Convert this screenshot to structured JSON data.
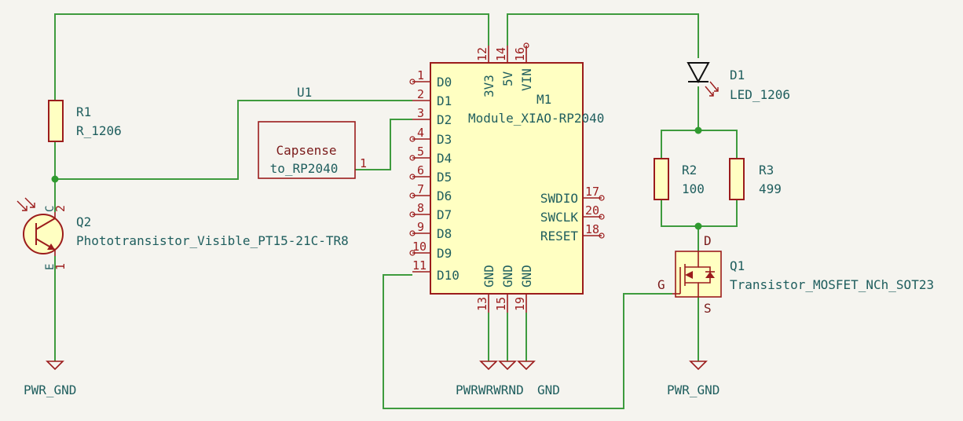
{
  "colors": {
    "background": "#f5f4ef",
    "wire": "#3e9b3e",
    "symbol_body": "#9b1c1c",
    "symbol_fill": "#ffffc2",
    "text": "#1f5e5e",
    "pin_number": "#9b1c1c",
    "junction": "#2f9a2f"
  },
  "net_labels": {
    "u1": "U1"
  },
  "m1": {
    "ref": "M1",
    "value": "Module_XIAO-RP2040",
    "left_pins": [
      {
        "num": "1",
        "name": "D0"
      },
      {
        "num": "2",
        "name": "D1"
      },
      {
        "num": "3",
        "name": "D2"
      },
      {
        "num": "4",
        "name": "D3"
      },
      {
        "num": "5",
        "name": "D4"
      },
      {
        "num": "6",
        "name": "D5"
      },
      {
        "num": "7",
        "name": "D6"
      },
      {
        "num": "8",
        "name": "D7"
      },
      {
        "num": "9",
        "name": "D8"
      },
      {
        "num": "10",
        "name": "D9"
      },
      {
        "num": "11",
        "name": "D10"
      }
    ],
    "top_pins": [
      {
        "num": "12",
        "name": "3V3"
      },
      {
        "num": "14",
        "name": "5V"
      },
      {
        "num": "16",
        "name": "VIN"
      }
    ],
    "right_pins": [
      {
        "num": "17",
        "name": "SWDIO"
      },
      {
        "num": "20",
        "name": "SWCLK"
      },
      {
        "num": "18",
        "name": "RESET"
      }
    ],
    "bottom_pins": [
      {
        "num": "13",
        "name": "GND"
      },
      {
        "num": "15",
        "name": "GND"
      },
      {
        "num": "19",
        "name": "GND"
      }
    ]
  },
  "capsense": {
    "line1": "Capsense",
    "line2": "to_RP2040",
    "pin": "1"
  },
  "r1": {
    "ref": "R1",
    "value": "R_1206"
  },
  "r2": {
    "ref": "R2",
    "value": "100"
  },
  "r3": {
    "ref": "R3",
    "value": "499"
  },
  "d1": {
    "ref": "D1",
    "value": "LED_1206"
  },
  "q1": {
    "ref": "Q1",
    "value": "Transistor_MOSFET_NCh_SOT23",
    "pin_d": "D",
    "pin_g": "G",
    "pin_s": "S"
  },
  "q2": {
    "ref": "Q2",
    "value": "Phototransistor_Visible_PT15-21C-TR8",
    "pin_c": "C",
    "pin_e": "E",
    "pin_c_num": "2",
    "pin_e_num": "1"
  },
  "power": {
    "left": "PWR_GND",
    "module_overlap": "PWRWRWRND",
    "module_tail": "GND",
    "right": "PWR_GND"
  }
}
